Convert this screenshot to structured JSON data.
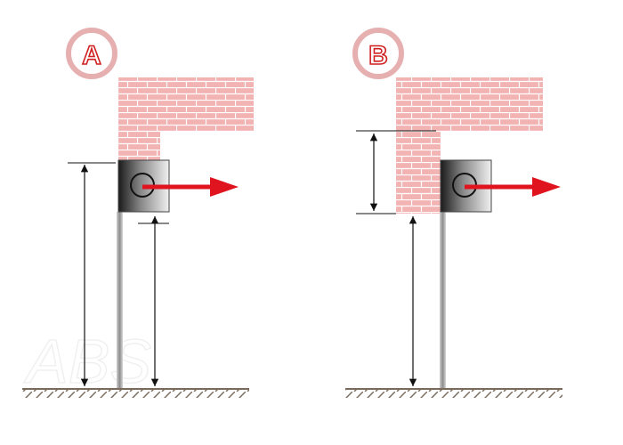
{
  "panels": [
    {
      "id": "A",
      "label": "A"
    },
    {
      "id": "B",
      "label": "B"
    }
  ],
  "colors": {
    "brick": "#f2b3b3",
    "mortar": "#ffffff",
    "arrow": "#e0141e",
    "badge_stroke": "#d02020",
    "badge_fill": "#ffffff",
    "dimension": "#111111",
    "ground": "#7a6a5a",
    "pole": "#9a9a9a"
  },
  "icons": {
    "arrow": "red-arrow-icon",
    "fixture": "wall-fixture-icon",
    "ground": "ground-hatch-icon"
  }
}
